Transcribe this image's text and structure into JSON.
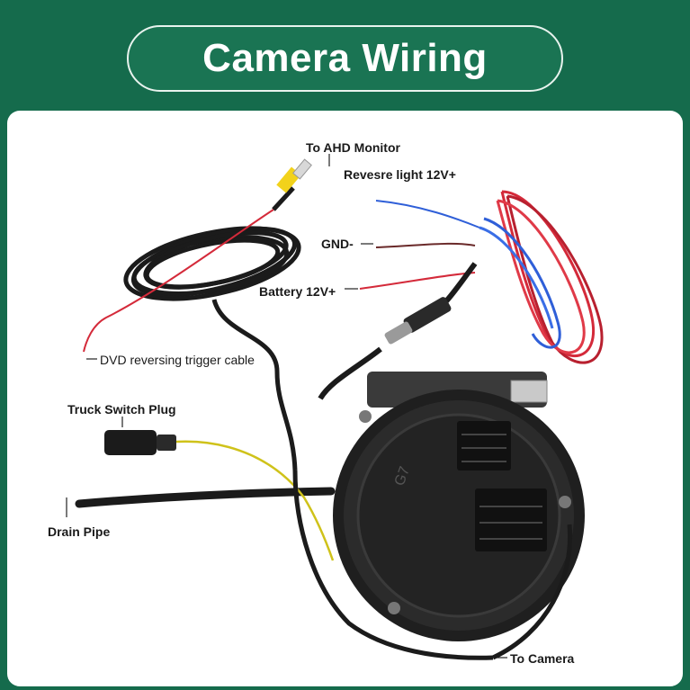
{
  "header": {
    "title": "Camera Wiring"
  },
  "labels": {
    "to_ahd_monitor": "To AHD Monitor",
    "reverse_light": "Revesre light 12V+",
    "gnd": "GND-",
    "battery": "Battery 12V+",
    "dvd_trigger": "DVD reversing trigger cable",
    "truck_switch_plug": "Truck Switch Plug",
    "drain_pipe": "Drain Pipe",
    "to_camera": "To Camera"
  },
  "camera_mark": "G7",
  "colors": {
    "background": "#156b4c",
    "panel": "#ffffff",
    "red_wire": "#d42a3a",
    "blue_wire": "#2f5fd8",
    "yellow_connector": "#f2d21b",
    "cable_black": "#1b1b1b"
  }
}
